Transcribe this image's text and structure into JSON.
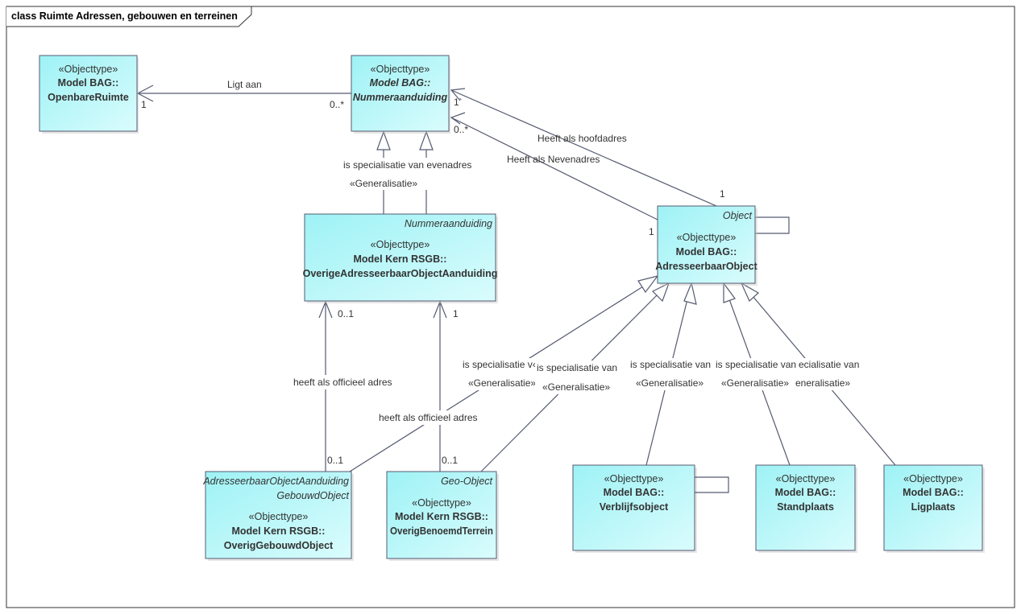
{
  "frame": {
    "title": "class Ruimte Adressen, gebouwen en terreinen"
  },
  "classes": {
    "openbare_ruimte": {
      "stereotype": "«Objecttype»",
      "line1": "Model BAG::",
      "line2": "OpenbareRuimte"
    },
    "nummeraanduiding": {
      "stereotype": "«Objecttype»",
      "line1": "Model BAG::",
      "line2": "Nummeraanduiding"
    },
    "overige_ao_aanduiding": {
      "parent": "Nummeraanduiding",
      "stereotype": "«Objecttype»",
      "line1": "Model Kern RSGB::",
      "line2": "OverigeAdresseerbaarObjectAanduiding"
    },
    "adresseerbaar_object": {
      "parent": "Object",
      "stereotype": "«Objecttype»",
      "line1": "Model BAG::",
      "line2": "AdresseerbaarObject"
    },
    "overig_gebouwd_object": {
      "parent1": "AdresseerbaarObjectAanduiding",
      "parent2": "GebouwdObject",
      "stereotype": "«Objecttype»",
      "line1": "Model Kern RSGB::",
      "line2": "OverigGebouwdObject"
    },
    "overig_benoemd_terrein": {
      "parent": "Geo-Object",
      "stereotype": "«Objecttype»",
      "line1": "Model Kern RSGB::",
      "line2": "OverigBenoemdTerrein"
    },
    "verblijfsobject": {
      "stereotype": "«Objecttype»",
      "line1": "Model BAG::",
      "line2": "Verblijfsobject"
    },
    "standplaats": {
      "stereotype": "«Objecttype»",
      "line1": "Model BAG::",
      "line2": "Standplaats"
    },
    "ligplaats": {
      "stereotype": "«Objecttype»",
      "line1": "Model BAG::",
      "line2": "Ligplaats"
    }
  },
  "edges": {
    "ligt_aan": {
      "label": "Ligt aan",
      "mult_source": "1",
      "mult_target": "0..*"
    },
    "evenadres": {
      "label": "is specialisatie van evenadres",
      "stereotype": "«Generalisatie»"
    },
    "hoofdadres": {
      "label": "Heeft als hoofdadres",
      "mult_top": "1`",
      "mult_bottom": "1"
    },
    "nevenadres": {
      "label": "Heeft als Nevenadres",
      "mult_top": "0..*",
      "mult_bottom": "1"
    },
    "officieel_1": {
      "label": "heeft als officieel adres",
      "mult_top": "0..1",
      "mult_bottom": "0..1"
    },
    "officieel_2": {
      "label": "heeft als officieel adres",
      "mult_top": "1",
      "mult_bottom": "0..1"
    },
    "gen_gebouwd": {
      "label": "is specialisatie v‹",
      "stereotype": "«Generalisatie»"
    },
    "gen_terrein": {
      "label": "is specialisatie van",
      "stereotype": "«Generalisatie»"
    },
    "gen_verblijf": {
      "label": "is specialisatie van",
      "stereotype": "«Generalisatie»"
    },
    "gen_standplaats": {
      "label": "is specialisatie van",
      "stereotype": "«Generalisatie»"
    },
    "gen_ligplaats": {
      "label": "ecialisatie van",
      "stereotype": "eneralisatie»"
    }
  }
}
